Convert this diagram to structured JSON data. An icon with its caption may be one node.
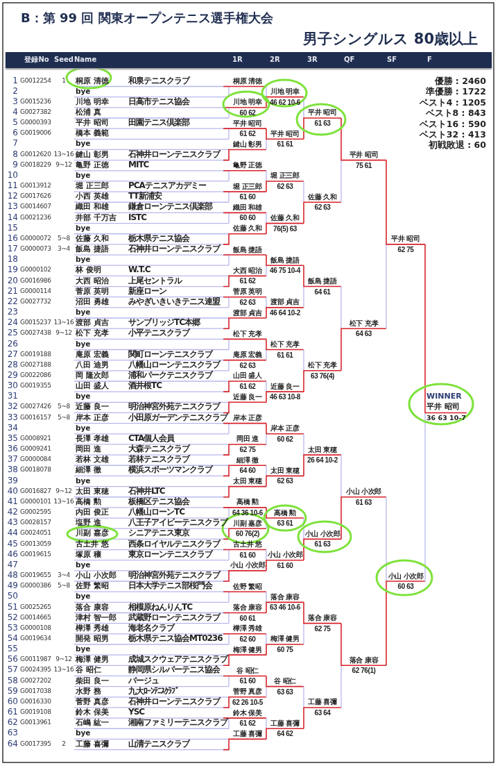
{
  "diagram": {
    "title": "B：第 99 回 関東オープンテニス選手権大会",
    "labels": [
      "男子シングルス 80歳以上",
      "登録No",
      "Seed",
      "Name",
      "1R",
      "2R",
      "3R",
      "QF",
      "SF",
      "F",
      "1",
      "G0012254",
      "1",
      "桐原 清徳",
      "和泉テニスクラブ",
      "2",
      "bye",
      "3",
      "G0015236",
      "川地 明幸",
      "日高市テニス協会",
      "4",
      "G0027382",
      "松浦 真",
      "5",
      "G0000393",
      "平井 昭司",
      "田園テニス倶楽部",
      "6",
      "G0019006",
      "橋本 義範",
      "7",
      "bye",
      "8",
      "G0012620",
      "13~16",
      "鍵山 彰男",
      "石神井ローンテニスクラブ",
      "9",
      "G0018229",
      "9~12",
      "亀野 正徳",
      "MITC",
      "10",
      "bye",
      "11",
      "G0013912",
      "堀 正三郎",
      "PCAテニスアカデミー",
      "12",
      "G0017626",
      "小西 英雄",
      "TT新浦安",
      "13",
      "G0014607",
      "織田 和雄",
      "鎌倉ローンテニス倶楽部",
      "14",
      "G0021236",
      "井部 千万吉",
      "ISTC",
      "15",
      "bye",
      "16",
      "G0000072",
      "5~8",
      "佐藤 久和",
      "栃木県テニス協会",
      "17",
      "G0000073",
      "3~4",
      "飯島 捷語",
      "石神井ローンテニスクラブ",
      "18",
      "bye",
      "19",
      "G0000102",
      "林 俊明",
      "W.T.C",
      "20",
      "G0016986",
      "大西 昭治",
      "上尾セントラル",
      "21",
      "G0000114",
      "菅原 英明",
      "新座ローン",
      "22",
      "G0027732",
      "沼田 勇雄",
      "みやぎいきいきテニス連盟",
      "23",
      "bye",
      "24",
      "G0015237",
      "13~16",
      "渡部 貞吉",
      "サンブリッジTC本郷",
      "25",
      "G0027438",
      "9~12",
      "松下 充孝",
      "小平テニスクラブ",
      "26",
      "bye",
      "27",
      "G0019188",
      "庵原 宏義",
      "関町ローンテニスクラブ",
      "28",
      "G0027188",
      "八田 迪男",
      "八幡山ローンテニスクラブ",
      "29",
      "G0022086",
      "岡 隆次郎",
      "浦和パークテニスクラブ",
      "30",
      "G0019355",
      "山田 盛人",
      "酒井根TC",
      "31",
      "bye",
      "32",
      "G0027426",
      "5~8",
      "近藤 良一",
      "明治神宮外苑テニスクラブ",
      "33",
      "G0016157",
      "5~8",
      "岸本 正彦",
      "小田原ガーデンテニスクラブ",
      "34",
      "bye",
      "35",
      "G0008921",
      "長澤 孝雄",
      "CTA個人会員",
      "36",
      "G0009241",
      "岡田 進",
      "大森テニスクラブ",
      "37",
      "G0000084",
      "若林 文雄",
      "若林テニスクラブ",
      "38",
      "G0018078",
      "細澤 徹",
      "横浜スポーツマンクラブ",
      "39",
      "bye",
      "40",
      "G0016827",
      "9~12",
      "太田 東穂",
      "石神井LTC",
      "41",
      "G0000101",
      "13~16",
      "高橋 勲",
      "板橋区テニス協会",
      "42",
      "G0002595",
      "内田 俊正",
      "八幡山ローンTC",
      "43",
      "G0028157",
      "塩野 進",
      "八王子アイビーテニスクラブ",
      "44",
      "G0024051",
      "川副 嘉彦",
      "シニアテニス東京",
      "45",
      "G0013059",
      "古土井 悠",
      "西条ロイヤルテニスクラブ",
      "46",
      "G0019615",
      "塚原 穰",
      "東京ローンテニスクラブ",
      "47",
      "bye",
      "48",
      "G0019655",
      "3~4",
      "小山 小次郎",
      "明治神宮外苑テニスクラブ",
      "49",
      "G0000386",
      "5~8",
      "佐野 繁昭",
      "日本大学テニス部桜門会",
      "50",
      "bye",
      "51",
      "G0025265",
      "落合 康容",
      "相模原ねんりんTC",
      "52",
      "G0014665",
      "津村 智一郎",
      "武蔵野ローンテニスクラブ",
      "53",
      "G0000108",
      "樺澤 秀雄",
      "海老名クラブ",
      "54",
      "G0019634",
      "開発 昭男",
      "栃木県テニス協会MT0236",
      "55",
      "bye",
      "56",
      "G0011987",
      "9~12",
      "梅澤 健男",
      "成城スクウェアテニスクラブ",
      "57",
      "G0024395",
      "13~16",
      "谷 昭仁",
      "静岡県シルバーテニス協会",
      "58",
      "G0027202",
      "柴田 良一",
      "バージュ",
      "59",
      "G0017038",
      "水野 務",
      "九大ﾛｰﾝﾃﾆｽｸﾗﾌﾞ",
      "60",
      "G0016330",
      "菅野 真彦",
      "石神井ローンテニスクラブ",
      "61",
      "G0019108",
      "鈴木 保美",
      "YSC",
      "62",
      "G0013961",
      "石嶋 紘一",
      "湘南ファミリーテニスクラブ",
      "63",
      "bye",
      "64",
      "G0017395",
      "2",
      "工藤 喜彌",
      "山清テニスクラブ",
      "桐原 清徳",
      "川地 明幸",
      "60 62",
      "平井 昭司",
      "61 62",
      "鍵山 彰男",
      "亀野 正徳",
      "堀 正三郎",
      "61 60",
      "織田 和雄",
      "60 60",
      "佐藤 久和",
      "飯島 捷語",
      "大西 昭治",
      "61 62",
      "菅原 英明",
      "62 63",
      "渡部 貞吉",
      "松下 充孝",
      "庵原 宏義",
      "62 63",
      "山田 盛人",
      "61 62",
      "近藤 良一",
      "岸本 正彦",
      "岡田 進",
      "62 75",
      "細澤 徹",
      "64 60",
      "太田 東穂",
      "高橋 勲",
      "64 36 10-6",
      "川副 嘉彦",
      "60 76(2)",
      "古土井 悠",
      "61 60",
      "小山 小次郎",
      "佐野 繁昭",
      "落合 康容",
      "60 61",
      "樺澤 秀雄",
      "62 60",
      "梅澤 健男",
      "谷 昭仁",
      "61 60",
      "菅野 真彦",
      "62 26 10-5",
      "鈴木 保美",
      "61 62",
      "工藤 喜彌",
      "川地 明幸",
      "46 62 10-6",
      "平井 昭司",
      "61 61",
      "堀 正三郎",
      "62 63",
      "佐藤 久和",
      "76(5) 63",
      "飯島 捷語",
      "46 75 10-4",
      "渡部 貞吉",
      "46 64 10-2",
      "松下 充孝",
      "61 61",
      "近藤 良一",
      "46 63 10-8",
      "岸本 正彦",
      "60 62",
      "太田 東穂",
      "62 63",
      "高橋 勲",
      "63 61",
      "小山 小次郎",
      "61 60",
      "落合 康容",
      "63 46 10-6",
      "梅澤 健男",
      "60 75",
      "谷 昭仁",
      "63 63",
      "工藤 喜彌",
      "64 62",
      "平井 昭司",
      "61 63",
      "佐藤 久和",
      "62 63",
      "飯島 捷語",
      "64 61",
      "松下 充孝",
      "63 76(4)",
      "太田 東穂",
      "26 64 10-2",
      "小山 小次郎",
      "61 63",
      "落合 康容",
      "62 75",
      "工藤 喜彌",
      "63 64",
      "平井 昭司",
      "75 61",
      "松下 充孝",
      "64 63",
      "小山 小次郎",
      "61 63",
      "落合 康容",
      "62 76(1)",
      "平井 昭司",
      "62 75",
      "小山 小次郎",
      "60 63",
      "WINNER",
      "平井 昭司",
      "36 63 10-7",
      "優勝 : 2460",
      "準優勝 : 1722",
      "ベスト4 : 1205",
      "ベスト8 : 843",
      "ベスト16 : 590",
      "ベスト32 : 413",
      "初戦敗退 : 60"
    ]
  }
}
